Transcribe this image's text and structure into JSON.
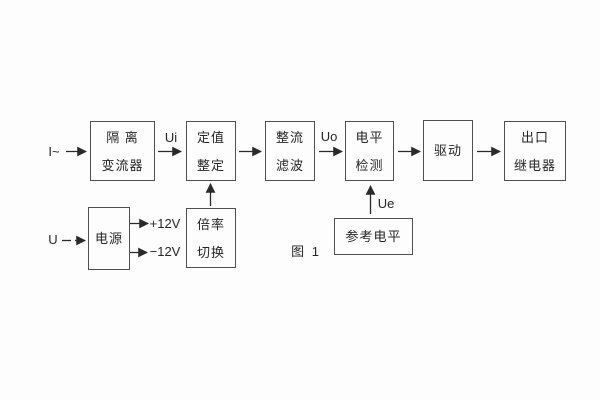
{
  "figure": {
    "caption": "图 1"
  },
  "colors": {
    "background": "#fdfdfd",
    "box_border": "#4f4f4f",
    "line": "#2a2a2a",
    "text": "#262626"
  },
  "blocks": {
    "isolation_transformer": {
      "line1": "隔 离",
      "line2": "变流器"
    },
    "setpoint_setting": {
      "line1": "定值",
      "line2": "整定"
    },
    "rectifier_filter": {
      "line1": "整流",
      "line2": "滤波"
    },
    "level_detection": {
      "line1": "电平",
      "line2": "检测"
    },
    "drive": {
      "line1": "驱动"
    },
    "output_relay": {
      "line1": "出口",
      "line2": "继电器"
    },
    "power_supply": {
      "line1": "电源"
    },
    "ratio_switching": {
      "line1": "倍率",
      "line2": "切换"
    },
    "reference_level": {
      "line1": "参考电平"
    }
  },
  "labels": {
    "input_current": "I~",
    "input_voltage": "U",
    "signal_ui": "Ui",
    "signal_uo": "Uo",
    "signal_ue": "Ue",
    "supply_positive": "+12V",
    "supply_negative": "−12V"
  }
}
